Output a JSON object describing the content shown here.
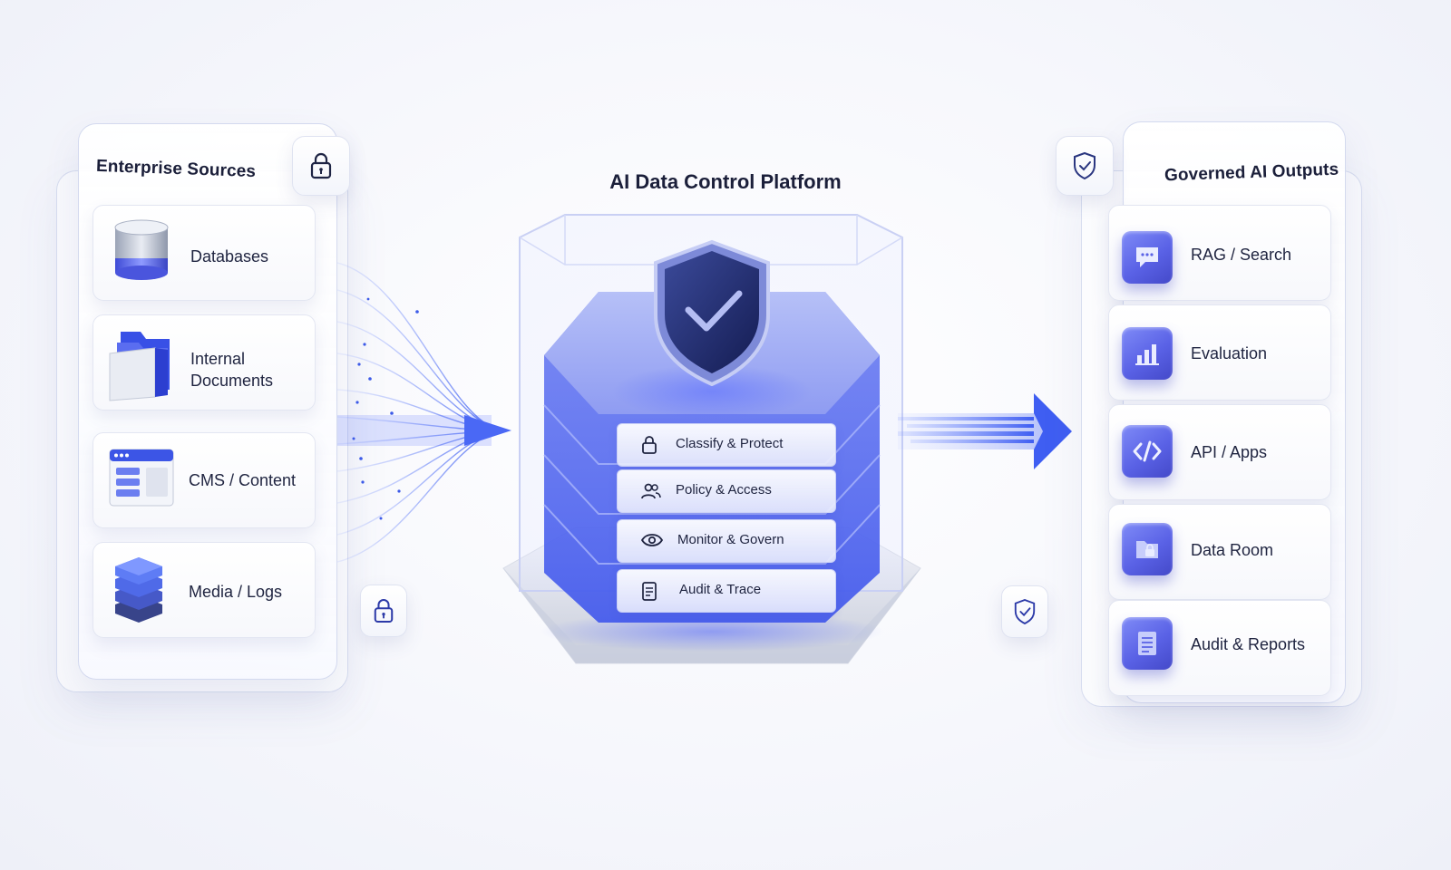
{
  "left_panel": {
    "title": "Enterprise Sources",
    "items": [
      {
        "label": "Databases",
        "icon": "database-icon"
      },
      {
        "label": "Internal Documents",
        "icon": "folder-icon"
      },
      {
        "label": "CMS / Content",
        "icon": "cms-window-icon"
      },
      {
        "label": "Media / Logs",
        "icon": "stack-layers-icon"
      }
    ]
  },
  "center": {
    "title": "AI Data Control Platform",
    "layers": [
      {
        "label": "Classify & Protect",
        "icon": "lock-icon"
      },
      {
        "label": "Policy & Access",
        "icon": "users-icon"
      },
      {
        "label": "Monitor & Govern",
        "icon": "eye-icon"
      },
      {
        "label": "Audit & Trace",
        "icon": "document-icon"
      }
    ]
  },
  "right_panel": {
    "title": "Governed AI Outputs",
    "items": [
      {
        "label": "RAG / Search",
        "icon": "chat-icon"
      },
      {
        "label": "Evaluation",
        "icon": "bar-chart-icon"
      },
      {
        "label": "API / Apps",
        "icon": "code-icon"
      },
      {
        "label": "Data Room",
        "icon": "locked-folder-icon"
      },
      {
        "label": "Audit & Reports",
        "icon": "report-icon"
      }
    ]
  },
  "colors": {
    "accent": "#5a62e6",
    "accent_dark": "#1e2a6b",
    "flow": "#3b5cf0"
  }
}
